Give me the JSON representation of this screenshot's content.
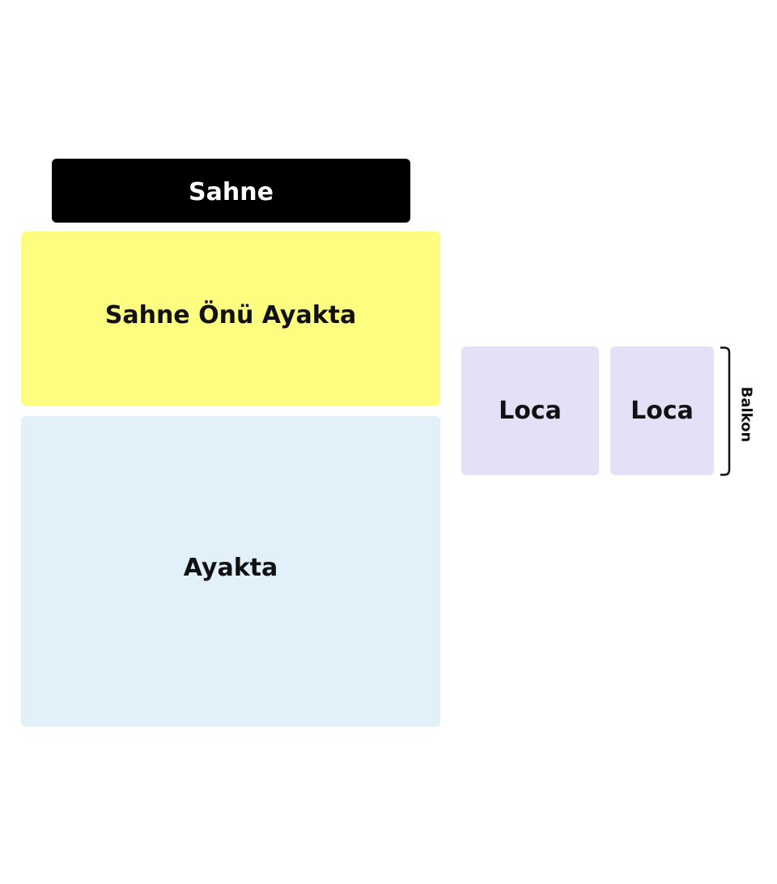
{
  "seating_map": {
    "stage": {
      "label": "Sahne",
      "color": "#000000",
      "text_color": "#ffffff"
    },
    "front_standing": {
      "label": "Sahne Önü Ayakta",
      "color": "#fdfd80"
    },
    "standing": {
      "label": "Ayakta",
      "color": "#e1f0f9"
    },
    "boxes": [
      {
        "label": "Loca",
        "color": "#e5e0f7"
      },
      {
        "label": "Loca",
        "color": "#e5e0f7"
      }
    ],
    "balcony": {
      "label": "Balkon",
      "icon": "bracket-icon"
    }
  }
}
